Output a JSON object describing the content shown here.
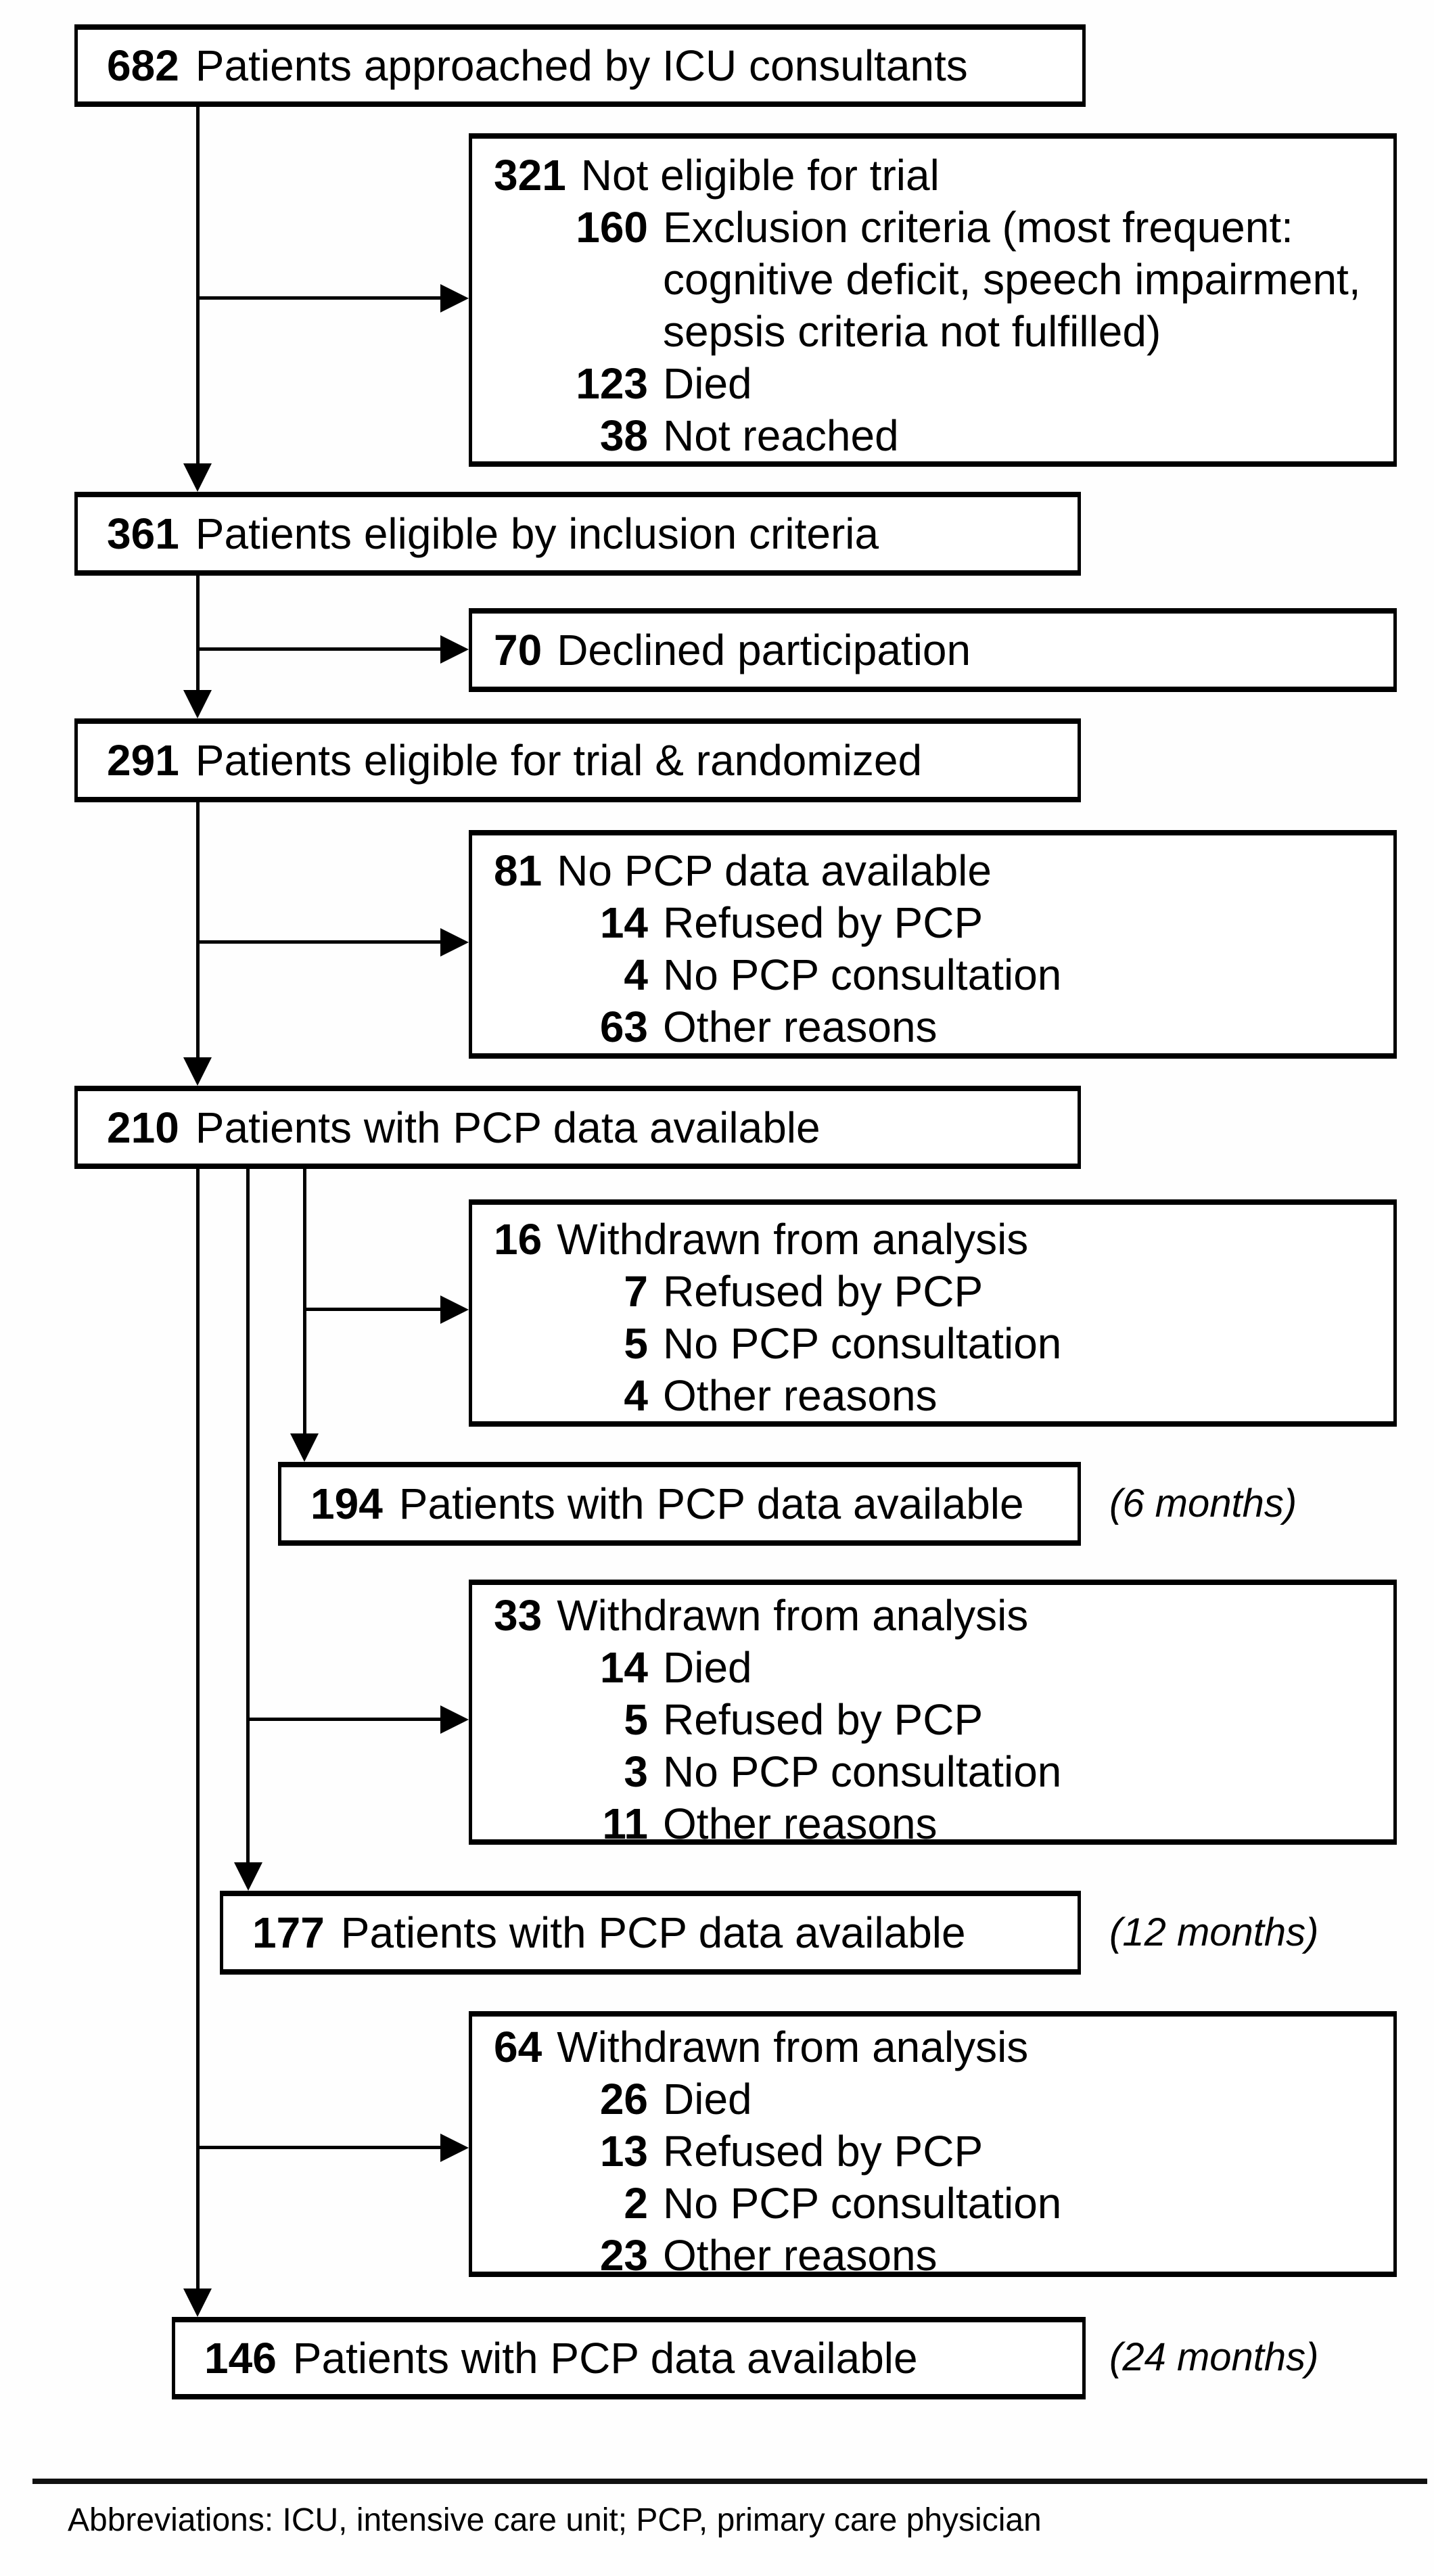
{
  "flowchart": {
    "title": "Patient flow diagram",
    "colors": {
      "line": "#000000",
      "background": "#fefefe",
      "box_fill": "#ffffff",
      "text": "#000000"
    },
    "main_boxes": [
      {
        "num": "682",
        "label": "Patients approached by ICU consultants",
        "annotation": ""
      },
      {
        "num": "361",
        "label": "Patients eligible by inclusion criteria",
        "annotation": ""
      },
      {
        "num": "291",
        "label": "Patients eligible for trial & randomized",
        "annotation": ""
      },
      {
        "num": "210",
        "label": "Patients with PCP data available",
        "annotation": ""
      },
      {
        "num": "194",
        "label": "Patients with PCP data available",
        "annotation": "(6 months)"
      },
      {
        "num": "177",
        "label": "Patients with PCP data available",
        "annotation": "(12 months)"
      },
      {
        "num": "146",
        "label": "Patients with PCP data available",
        "annotation": "(24 months)"
      }
    ],
    "side_boxes": [
      {
        "lines": [
          {
            "num": "321",
            "text": "Not eligible for trial"
          },
          {
            "num": "160",
            "text": "Exclusion criteria (most frequent:"
          },
          {
            "num": "",
            "text": "cognitive deficit, speech impairment,"
          },
          {
            "num": "",
            "text": "sepsis criteria not fulfilled)"
          },
          {
            "num": "123",
            "text": "Died"
          },
          {
            "num": "38",
            "text": "Not reached"
          }
        ]
      },
      {
        "lines": [
          {
            "num": "70",
            "text": "Declined participation"
          }
        ]
      },
      {
        "lines": [
          {
            "num": "81",
            "text": "No PCP data available"
          },
          {
            "num": "14",
            "text": "Refused by PCP"
          },
          {
            "num": "4",
            "text": "No PCP consultation"
          },
          {
            "num": "63",
            "text": "Other reasons"
          }
        ]
      },
      {
        "lines": [
          {
            "num": "16",
            "text": "Withdrawn from analysis"
          },
          {
            "num": "7",
            "text": "Refused by PCP"
          },
          {
            "num": "5",
            "text": "No PCP consultation"
          },
          {
            "num": "4",
            "text": "Other reasons"
          }
        ]
      },
      {
        "lines": [
          {
            "num": "33",
            "text": "Withdrawn from analysis"
          },
          {
            "num": "14",
            "text": "Died"
          },
          {
            "num": "5",
            "text": "Refused by PCP"
          },
          {
            "num": "3",
            "text": "No PCP consultation"
          },
          {
            "num": "11",
            "text": "Other reasons"
          }
        ]
      },
      {
        "lines": [
          {
            "num": "64",
            "text": "Withdrawn from analysis"
          },
          {
            "num": "26",
            "text": "Died"
          },
          {
            "num": "13",
            "text": "Refused by PCP"
          },
          {
            "num": "2",
            "text": "No PCP consultation"
          },
          {
            "num": "23",
            "text": "Other reasons"
          }
        ]
      }
    ],
    "footer": {
      "abbreviations": "Abbreviations: ICU, intensive care unit; PCP, primary care physician"
    }
  }
}
